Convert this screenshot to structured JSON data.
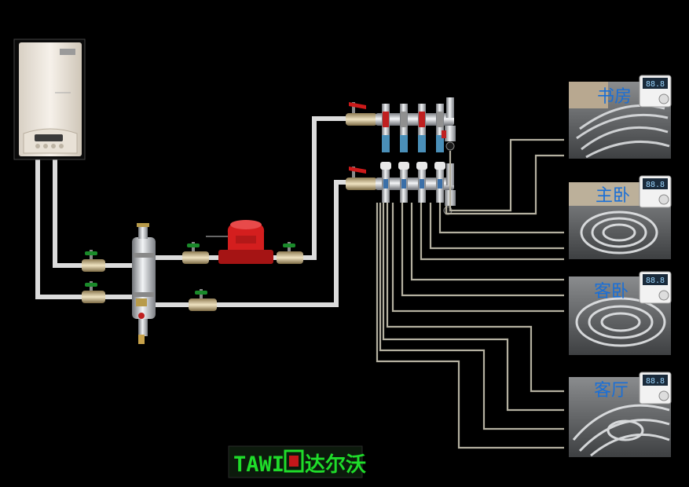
{
  "brand": {
    "latin": "TAWI",
    "chinese": "达尔沃",
    "green": "#1fdc2a",
    "red": "#c4171a"
  },
  "rooms": [
    {
      "id": "study",
      "label": "书房"
    },
    {
      "id": "master-bedroom",
      "label": "主卧"
    },
    {
      "id": "guest-bedroom",
      "label": "客卧"
    },
    {
      "id": "living-room",
      "label": "客厅"
    }
  ],
  "thermostat_display": "88.8",
  "colors": {
    "pipe": "#d9d9d9",
    "loop_line": "#b4b0a0",
    "label": "#1a6fd6",
    "pump": "#c01818",
    "valve_handle": "#1a8a2a"
  }
}
